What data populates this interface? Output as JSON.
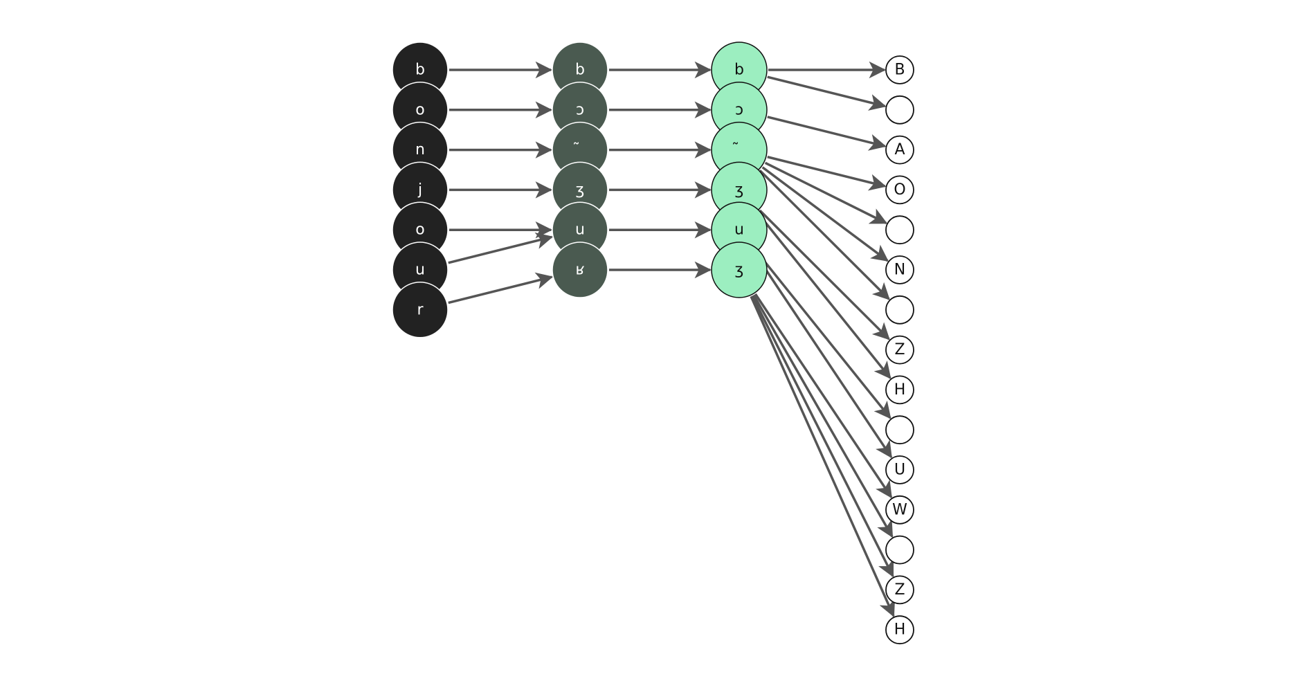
{
  "colors": {
    "layer1_fill": "#222222",
    "layer1_text": "#ffffff",
    "layer2_fill": "#4a5a50",
    "layer2_text": "#ffffff",
    "layer3_fill": "#9ceec0",
    "layer3_text": "#111111",
    "layer4_fill": "#ffffff",
    "layer4_text": "#111111",
    "edge": "#555555"
  },
  "layers": [
    {
      "id": "letters",
      "nodes": [
        "b",
        "o",
        "n",
        "j",
        "o",
        "u",
        "r"
      ]
    },
    {
      "id": "phonemes",
      "nodes": [
        "b",
        "ɔ",
        "̃",
        "ʒ",
        "u",
        "ʁ"
      ]
    },
    {
      "id": "phonemes_highlighted",
      "nodes": [
        "b",
        "ɔ",
        "̃",
        "ʒ",
        "u",
        "ʒ"
      ]
    },
    {
      "id": "outputs",
      "nodes": [
        "B",
        "",
        "A",
        "O",
        "",
        "N",
        "",
        "Z",
        "H",
        "",
        "U",
        "W",
        "",
        "Z",
        "H"
      ]
    }
  ],
  "edges": [
    {
      "from": [
        0,
        0
      ],
      "to": [
        1,
        0
      ]
    },
    {
      "from": [
        0,
        1
      ],
      "to": [
        1,
        1
      ]
    },
    {
      "from": [
        0,
        2
      ],
      "to": [
        1,
        2
      ]
    },
    {
      "from": [
        0,
        3
      ],
      "to": [
        1,
        3
      ]
    },
    {
      "from": [
        0,
        4
      ],
      "to": [
        1,
        4
      ]
    },
    {
      "from": [
        0,
        5
      ],
      "to": [
        1,
        4
      ]
    },
    {
      "from": [
        0,
        6
      ],
      "to": [
        1,
        5
      ]
    },
    {
      "from": [
        1,
        0
      ],
      "to": [
        2,
        0
      ]
    },
    {
      "from": [
        1,
        1
      ],
      "to": [
        2,
        1
      ]
    },
    {
      "from": [
        1,
        2
      ],
      "to": [
        2,
        2
      ]
    },
    {
      "from": [
        1,
        3
      ],
      "to": [
        2,
        3
      ]
    },
    {
      "from": [
        1,
        4
      ],
      "to": [
        2,
        4
      ]
    },
    {
      "from": [
        1,
        5
      ],
      "to": [
        2,
        5
      ]
    },
    {
      "from": [
        2,
        0
      ],
      "to": [
        3,
        0
      ]
    },
    {
      "from": [
        2,
        0
      ],
      "to": [
        3,
        1
      ]
    },
    {
      "from": [
        2,
        1
      ],
      "to": [
        3,
        2
      ]
    },
    {
      "from": [
        2,
        2
      ],
      "to": [
        3,
        3
      ]
    },
    {
      "from": [
        2,
        2
      ],
      "to": [
        3,
        4
      ]
    },
    {
      "from": [
        2,
        2
      ],
      "to": [
        3,
        5
      ]
    },
    {
      "from": [
        2,
        2
      ],
      "to": [
        3,
        6
      ]
    },
    {
      "from": [
        2,
        3
      ],
      "to": [
        3,
        7
      ]
    },
    {
      "from": [
        2,
        3
      ],
      "to": [
        3,
        8
      ]
    },
    {
      "from": [
        2,
        4
      ],
      "to": [
        3,
        9
      ]
    },
    {
      "from": [
        2,
        4
      ],
      "to": [
        3,
        10
      ]
    },
    {
      "from": [
        2,
        5
      ],
      "to": [
        3,
        11
      ]
    },
    {
      "from": [
        2,
        5
      ],
      "to": [
        3,
        12
      ]
    },
    {
      "from": [
        2,
        5
      ],
      "to": [
        3,
        13
      ]
    },
    {
      "from": [
        2,
        5
      ],
      "to": [
        3,
        14
      ]
    }
  ]
}
